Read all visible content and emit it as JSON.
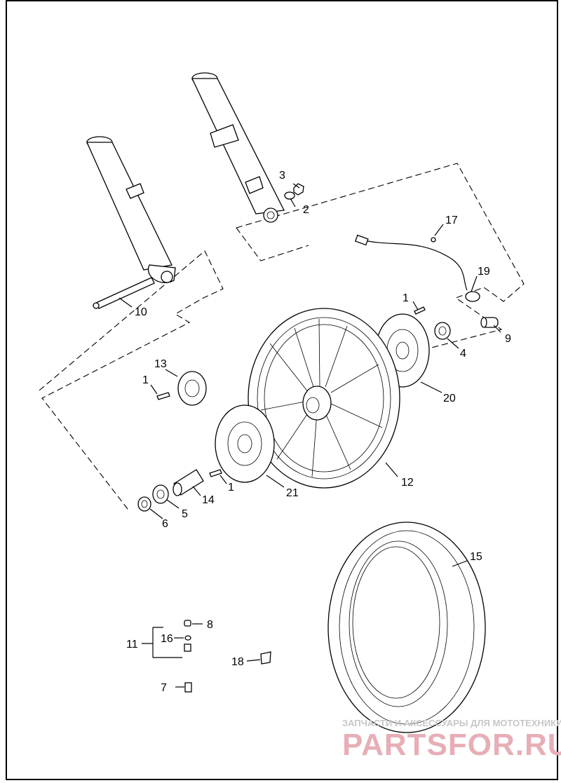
{
  "callouts": {
    "c1a": "1",
    "c1b": "1",
    "c1c": "1",
    "c2": "2",
    "c3": "3",
    "c4": "4",
    "c5": "5",
    "c6": "6",
    "c7": "7",
    "c8": "8",
    "c9": "9",
    "c10": "10",
    "c11": "11",
    "c12": "12",
    "c13": "13",
    "c14": "14",
    "c15": "15",
    "c16": "16",
    "c17": "17",
    "c18": "18",
    "c19": "19",
    "c20": "20",
    "c21": "21"
  },
  "watermark": {
    "tagline": "ЗАПЧАСТИ И АКСЕССУАРЫ ДЛЯ МОТОТЕХНИКИ",
    "brand": "PARTSFOR.RU"
  },
  "colors": {
    "line": "#000000",
    "watermark_brand": "#e7aeb6",
    "watermark_tagline": "#c7c7c7"
  }
}
